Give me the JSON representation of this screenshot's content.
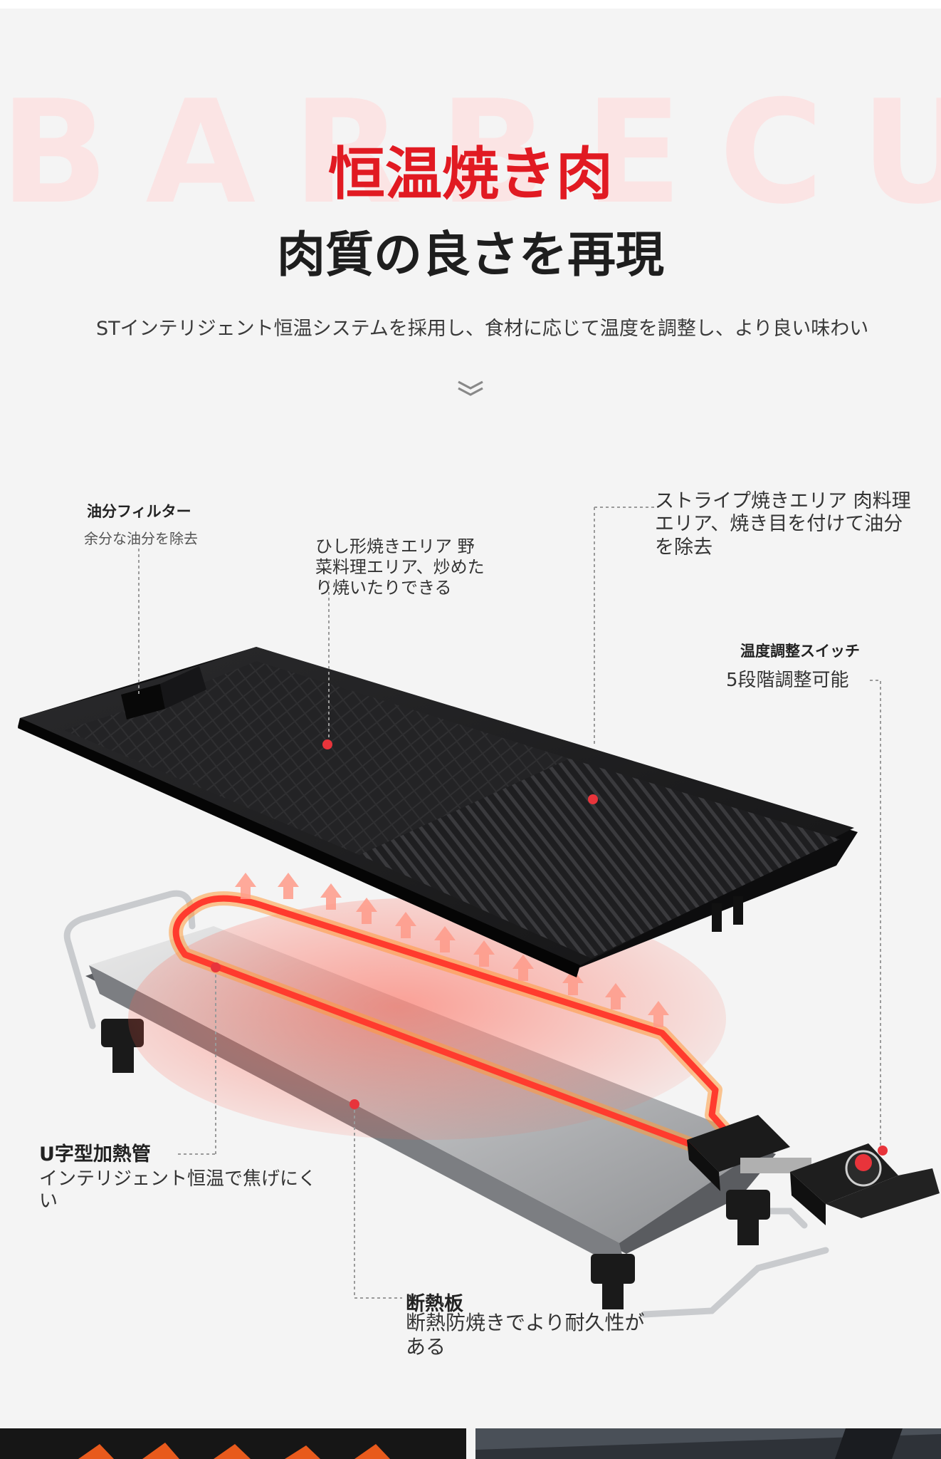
{
  "hero": {
    "watermark": "BARBECUE",
    "title": "恒温焼き肉",
    "subtitle": "肉質の良さを再現",
    "description": "STインテリジェント恒温システムを採用し、食材に応じて温度を調整し、より良い味わい"
  },
  "callouts": {
    "oil_filter": {
      "title": "油分フィルター",
      "desc": "余分な油分を除去"
    },
    "diamond_area": {
      "desc": "ひし形焼きエリア 野菜料理エリア、炒めたり焼いたりできる"
    },
    "stripe_area": {
      "desc": "ストライプ焼きエリア 肉料理エリア、焼き目を付けて油分を除去"
    },
    "temp_switch": {
      "title": "温度調整スイッチ",
      "desc": "5段階調整可能"
    },
    "u_heater": {
      "title": "U字型加熱管",
      "desc": "インテリジェント恒温で焦げにくい"
    },
    "insulation": {
      "title": "断熱板",
      "desc": "断熱防焼きでより耐久性がある"
    }
  },
  "colors": {
    "accent_red": "#e11a22",
    "dot_red": "#e8343b",
    "plate_black": "#1c1c1e",
    "heater_glow": "#ff3b2e",
    "heater_orange": "#ff9a3c"
  },
  "icons": {
    "chevron": "chevron-double-down-icon",
    "dial": "temperature-dial-icon",
    "arrows": "heat-arrow-icon"
  }
}
